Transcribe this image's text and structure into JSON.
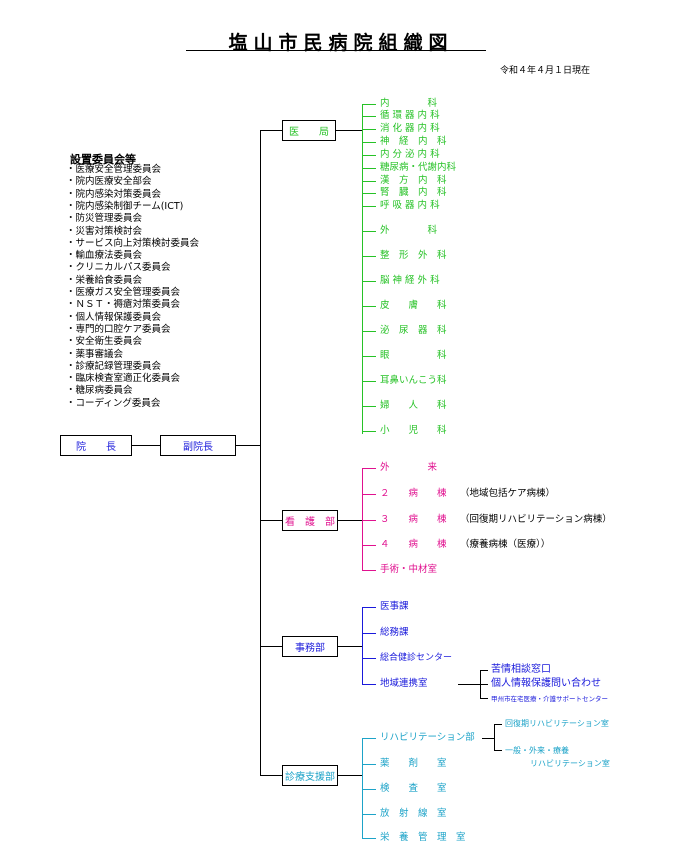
{
  "title": "塩山市民病院組織図",
  "date": "令和４年４月１日現在",
  "committees": {
    "title": "設置委員会等",
    "items": [
      "医療安全管理委員会",
      "院内医療安全部会",
      "院内感染対策委員会",
      "院内感染制御チーム(ICT)",
      "防災管理委員会",
      "災害対策検討会",
      "サービス向上対策検討委員会",
      "輸血療法委員会",
      "クリニカルパス委員会",
      "栄養給食委員会",
      "医療ガス安全管理委員会",
      "ＮＳＴ・褥瘡対策委員会",
      "個人情報保護委員会",
      "専門的口腔ケア委員会",
      "安全衛生委員会",
      "薬事審議会",
      "診療記録管理委員会",
      "臨床検査室適正化委員会",
      "糖尿病委員会",
      "コーディング委員会"
    ]
  },
  "director": "院　　長",
  "vice_director": "副院長",
  "medical": {
    "label": "医　　局",
    "items": [
      "内　　　　科",
      "循 環 器 内 科",
      "消 化 器 内 科",
      "神　経　内　科",
      "内 分 泌 内 科",
      "糖尿病・代謝内科",
      "漢　方　内　科",
      "腎　臓　内　科",
      "呼 吸 器 内 科",
      "外　　　　科",
      "整　形　外　科",
      "脳 神 経 外 科",
      "皮　　膚　　科",
      "泌　尿　器　科",
      "眼　　　　　科",
      "耳鼻いんこう科",
      "婦　　人　　科",
      "小　　児　　科"
    ]
  },
  "nursing": {
    "label": "看　護　部",
    "items": [
      {
        "name": "外　　　　来",
        "note": ""
      },
      {
        "name": "２　　病　　棟",
        "note": "（地域包括ケア病棟）"
      },
      {
        "name": "３　　病　　棟",
        "note": "（回復期リハビリテーション病棟）"
      },
      {
        "name": "４　　病　　棟",
        "note": "（療養病棟（医療））"
      },
      {
        "name": "手術・中材室",
        "note": ""
      }
    ]
  },
  "admin": {
    "label": "事務部",
    "items": [
      "医事課",
      "総務課",
      "総合健診センター",
      "地域連携室"
    ],
    "renkei_children": [
      "苦情相談窓口",
      "個人情報保護問い合わせ",
      "甲州市在宅医療・介護サポートセンター"
    ]
  },
  "support": {
    "label": "診療支援部",
    "items": [
      "リハビリテーション部",
      "薬　　剤　　室",
      "検　　査　　室",
      "放　射　線　室",
      "栄　養　管　理　室"
    ],
    "rehab_children": [
      "回復期リハビリテーション室",
      "一般・外来・療養",
      "リハビリテーション室"
    ]
  }
}
